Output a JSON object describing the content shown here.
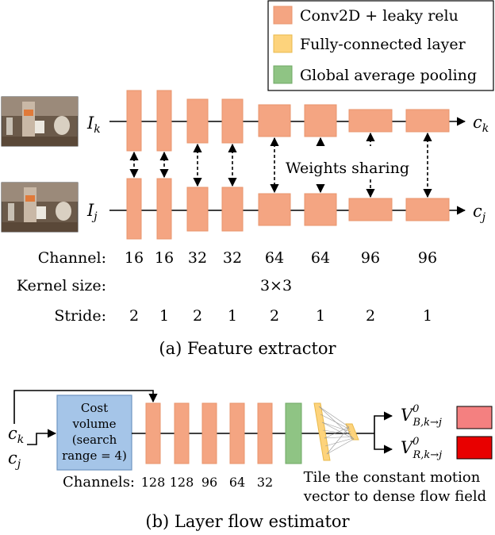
{
  "legend": {
    "conv_label": "Conv2D + leaky relu",
    "fc_label": "Fully-connected layer",
    "gap_label": "Global average pooling"
  },
  "colors": {
    "conv": "#f4a582",
    "fc": "#fdd37c",
    "gap": "#8fc484",
    "cost_volume": "#a5c5e8",
    "flow_b": "#f48080",
    "flow_r": "#e80000"
  },
  "feature_extractor": {
    "input_k": "I",
    "input_k_sub": "k",
    "input_j": "I",
    "input_j_sub": "j",
    "output_k": "c",
    "output_k_sub": "k",
    "output_j": "c",
    "output_j_sub": "j",
    "weights_sharing": "Weights sharing",
    "channel_label": "Channel:",
    "channels": [
      "16",
      "16",
      "32",
      "32",
      "64",
      "64",
      "96",
      "96"
    ],
    "kernel_label": "Kernel size:",
    "kernel_value": "3×3",
    "stride_label": "Stride:",
    "strides": [
      "2",
      "1",
      "2",
      "1",
      "2",
      "1",
      "2",
      "1"
    ],
    "caption": "(a) Feature extractor"
  },
  "flow_estimator": {
    "input_k": "c",
    "input_k_sub": "k",
    "input_j": "c",
    "input_j_sub": "j",
    "cost_volume_lines": [
      "Cost",
      "volume",
      "(search",
      "range = 4)"
    ],
    "channels_label": "Channels:",
    "channels": [
      "128",
      "128",
      "96",
      "64",
      "32"
    ],
    "output_b": "V",
    "output_b_sup": "0",
    "output_b_sub": "B,k→j",
    "output_r": "V",
    "output_r_sup": "0",
    "output_r_sub": "R,k→j",
    "tile_lines": [
      "Tile the constant motion",
      "vector to dense flow field"
    ],
    "caption": "(b) Layer flow estimator"
  }
}
